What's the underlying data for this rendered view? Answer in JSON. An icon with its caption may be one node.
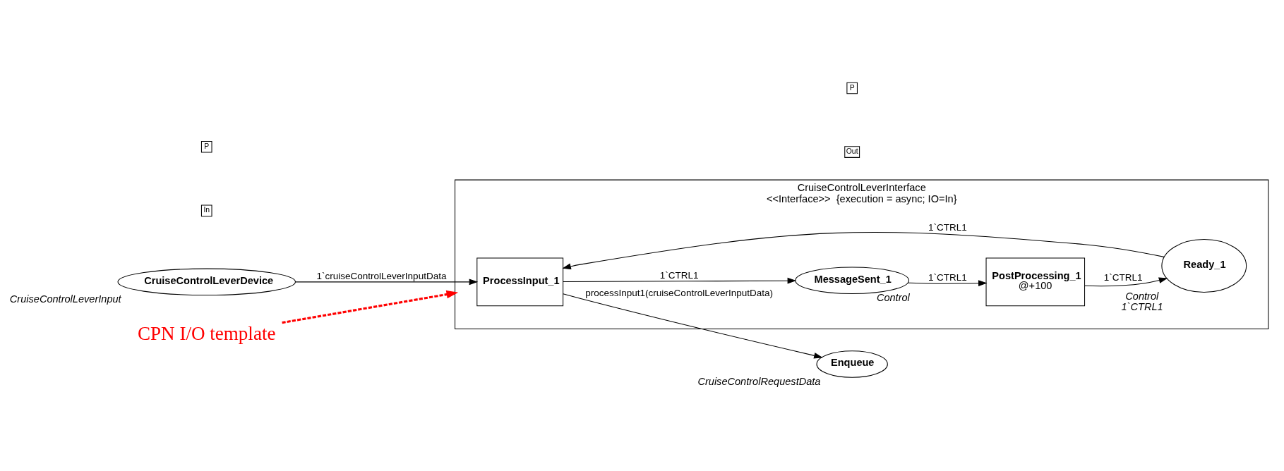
{
  "diagram": {
    "nodes": [
      {
        "text": [
          "CruiseControlLeverInterface",
          "<<Interface>>  {execution = async; IO=In}"
        ]
      },
      {
        "text": [
          "P"
        ]
      },
      {
        "text": [
          "In"
        ]
      },
      {
        "text": [
          "CruiseControlLeverDevice"
        ],
        "beside": [
          "CruiseControlLeverInput"
        ]
      },
      {
        "text": [
          "ProcessInput_1"
        ],
        "in": 0
      },
      {
        "text": [
          "MessageSent_1"
        ],
        "in": 0,
        "beside": [
          "Control"
        ]
      },
      {
        "text": [
          "PostProcessing_1",
          "@+100"
        ],
        "in": 0
      },
      {
        "text": [
          "Ready_1"
        ],
        "in": 0,
        "beside": [
          "Control",
          "1`CTRL1"
        ]
      },
      {
        "text": [
          "P"
        ]
      },
      {
        "text": [
          "Out"
        ]
      },
      {
        "text": [
          "Enqueue"
        ],
        "beside": [
          "CruiseControlRequestData"
        ]
      },
      {
        "text": [
          "CPN I/O template"
        ]
      }
    ],
    "edges": [
      {
        "from": 3,
        "to": 4,
        "arrow": "to",
        "label": "1`cruiseControlLeverInputData"
      },
      {
        "from": 4,
        "to": 10,
        "arrow": "to",
        "label": "processInput1(cruiseControlLeverInputData)"
      },
      {
        "from": 4,
        "to": 5,
        "arrow": "to",
        "label": "1`CTRL1"
      },
      {
        "from": 5,
        "to": 6,
        "arrow": "to",
        "label": "1`CTRL1"
      },
      {
        "from": 6,
        "to": 7,
        "arrow": "to",
        "label": "1`CTRL1"
      },
      {
        "from": 7,
        "to": 4,
        "arrow": "to",
        "label": "1`CTRL1"
      },
      {
        "from": 11,
        "to": 0,
        "arrow": "to",
        "style": "dashed",
        "color": "#ff0000"
      }
    ]
  }
}
